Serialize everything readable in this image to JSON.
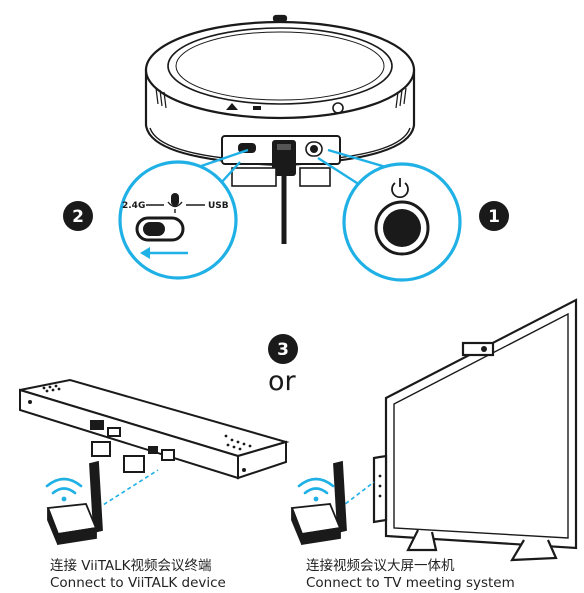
{
  "steps": {
    "one": "1",
    "two": "2",
    "three": "3"
  },
  "switch_labels": {
    "left": "2.4G",
    "right": "USB"
  },
  "or_label": "or",
  "captions": {
    "left_cn": "连接 ViiTALK视频会议终端",
    "left_en": "Connect to ViiTALK device",
    "right_cn": "连接视频会议大屏一体机",
    "right_en": "Connect to TV meeting system"
  },
  "colors": {
    "accent": "#1fb0e6",
    "badge": "#1a1a1a",
    "wifi": "#1fb0e6"
  },
  "icons": {
    "power": "power-icon",
    "mic": "microphone-icon",
    "wifi": "wifi-icon"
  }
}
